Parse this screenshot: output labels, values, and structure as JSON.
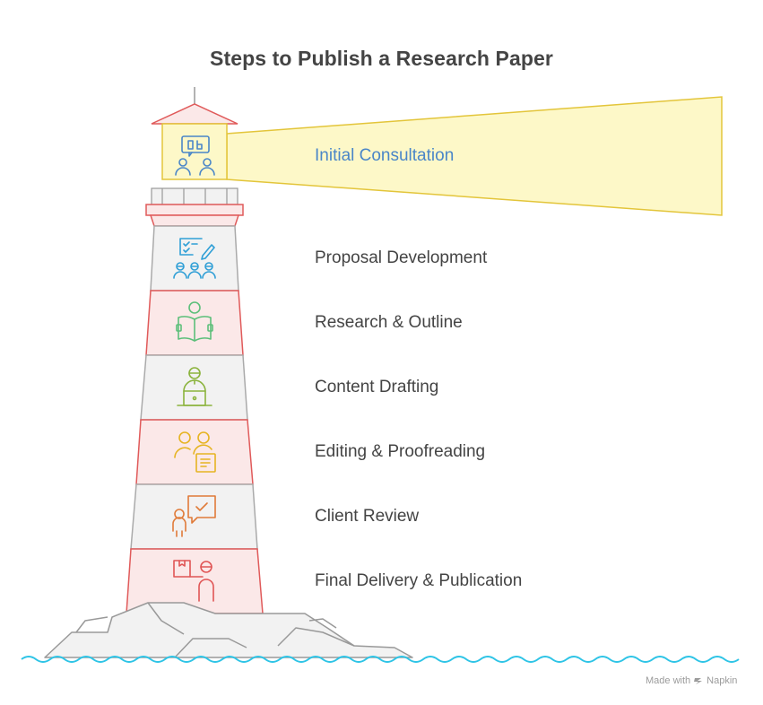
{
  "title": "Steps to Publish a Research Paper",
  "steps": [
    {
      "label": "Initial Consultation",
      "icon": "consultation-icon",
      "color": "#4a86c8"
    },
    {
      "label": "Proposal Development",
      "icon": "proposal-icon",
      "color": "#2f9fd6"
    },
    {
      "label": "Research & Outline",
      "icon": "reading-icon",
      "color": "#5cbf7a"
    },
    {
      "label": "Content Drafting",
      "icon": "laptop-writer-icon",
      "color": "#8bb33d"
    },
    {
      "label": "Editing & Proofreading",
      "icon": "editors-icon",
      "color": "#e6b422"
    },
    {
      "label": "Client Review",
      "icon": "client-feedback-icon",
      "color": "#e07b39"
    },
    {
      "label": "Final Delivery & Publication",
      "icon": "delivery-icon",
      "color": "#e05555"
    }
  ],
  "footer": {
    "made_with": "Made with",
    "brand": "Napkin"
  },
  "colors": {
    "tower_red": "#e05a5a",
    "tower_red_fill": "#fbe8e8",
    "tower_grey": "#aaaaaa",
    "tower_grey_fill": "#f2f2f2",
    "beam_stroke": "#e3c53a",
    "beam_fill": "#fdf8c8",
    "water": "#2ec4e6"
  }
}
